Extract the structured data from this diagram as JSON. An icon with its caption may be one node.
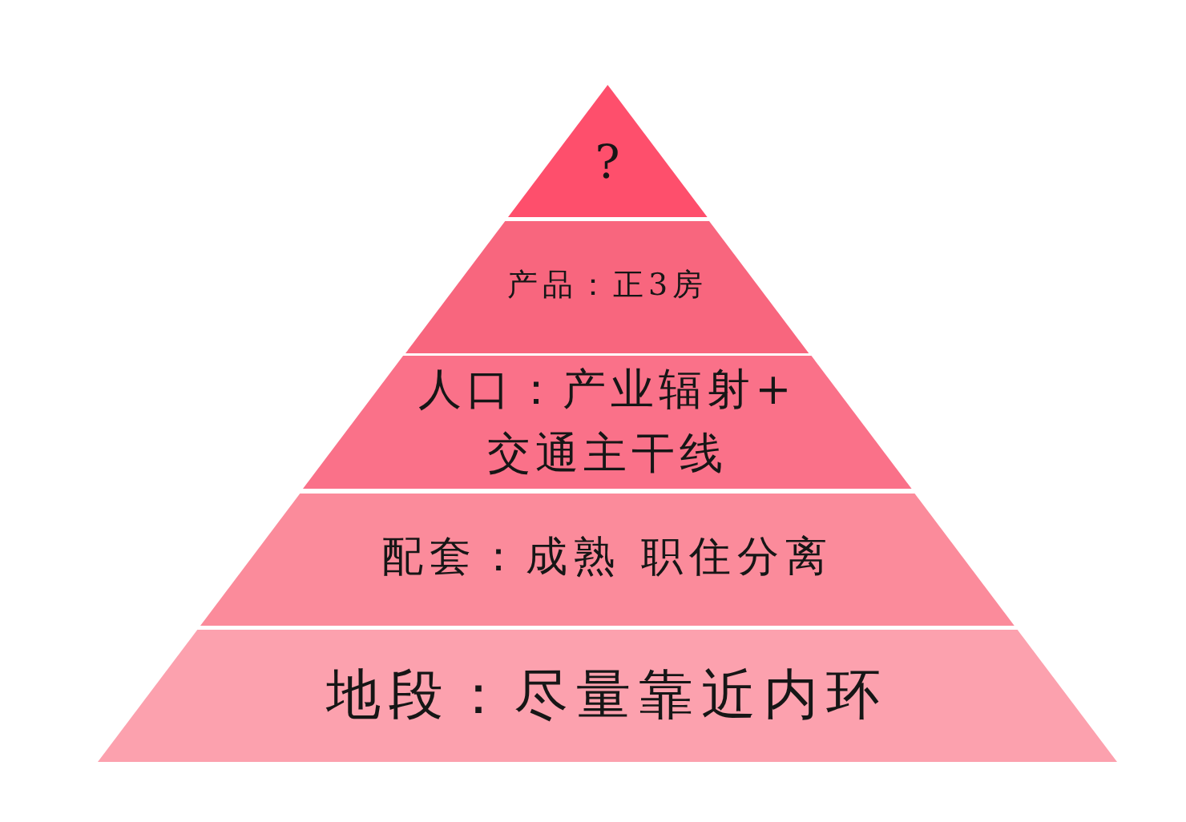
{
  "diagram": {
    "nodes": [
      {
        "text": [
          "?"
        ]
      },
      {
        "text": [
          "产品：正3房"
        ]
      },
      {
        "text": [
          "人口：产业辐射+交通主干线"
        ]
      },
      {
        "text": [
          "配套：成熟 职住分离"
        ]
      },
      {
        "text": [
          "地段：尽量靠近内环"
        ]
      }
    ]
  }
}
